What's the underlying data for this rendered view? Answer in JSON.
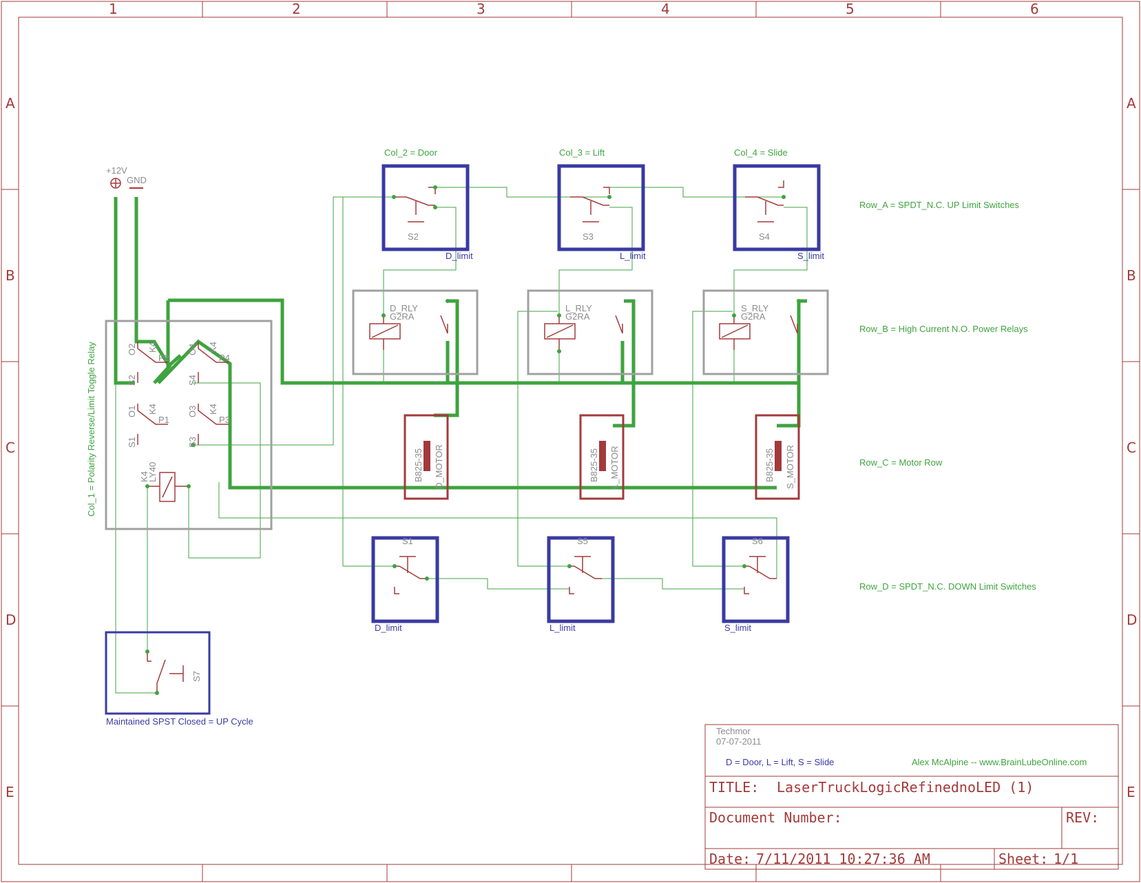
{
  "frame": {
    "columns": [
      "1",
      "2",
      "3",
      "4",
      "5",
      "6"
    ],
    "rows": [
      "A",
      "B",
      "C",
      "D",
      "E"
    ]
  },
  "power": {
    "plus12v": "+12V",
    "gnd": "GND"
  },
  "columns_labels": {
    "col1": "Col_1 = Polarity Reverse/Limit Toggle Relay",
    "col2": "Col_2 = Door",
    "col3": "Col_3 = Lift",
    "col4": "Col_4 = Slide"
  },
  "row_labels": {
    "a": "Row_A = SPDT_N.C. UP Limit Switches",
    "b": "Row_B = High Current N.O. Power Relays",
    "c": "Row_C = Motor Row",
    "d": "Row_D = SPDT_N.C. DOWN Limit Switches"
  },
  "up_switches": [
    {
      "name": "S2",
      "label": "D_limit"
    },
    {
      "name": "S3",
      "label": "L_limit"
    },
    {
      "name": "S4",
      "label": "S_limit"
    }
  ],
  "relays": [
    {
      "name": "D_RLY",
      "part": "G2RA"
    },
    {
      "name": "L_RLY",
      "part": "G2RA"
    },
    {
      "name": "S_RLY",
      "part": "G2RA"
    }
  ],
  "motors": [
    {
      "part": "B825-35",
      "name": "D_MOTOR"
    },
    {
      "part": "B825-35",
      "name": "L_MOTOR"
    },
    {
      "part": "B825-35",
      "name": "S_MOTOR"
    }
  ],
  "down_switches": [
    {
      "name": "S1",
      "label": "D_limit"
    },
    {
      "name": "S5",
      "label": "L_limit"
    },
    {
      "name": "S6",
      "label": "S_limit"
    }
  ],
  "toggle_relay": {
    "name": "K4",
    "part": "LY40",
    "contacts": [
      "K4",
      "K4",
      "K4",
      "K4"
    ],
    "pins": [
      "P1",
      "P2",
      "P3",
      "P4"
    ],
    "s_pins": [
      "S1",
      "S2",
      "S3",
      "S4"
    ],
    "o_pins": [
      "O1",
      "O2",
      "O3",
      "O4"
    ]
  },
  "maintained_switch": {
    "name": "S7",
    "caption": "Maintained SPST Closed = UP Cycle"
  },
  "title_block": {
    "company": "Techmor",
    "date_top": "07-07-2011",
    "legend": "D = Door, L = Lift, S = Slide",
    "author": "Alex McAlpine -- www.BrainLubeOnline.com",
    "title_label": "TITLE:",
    "title": "LaserTruckLogicRefinednoLED (1)",
    "doc_label": "Document Number:",
    "rev_label": "REV:",
    "date_label": "Date:",
    "date": "7/11/2011 10:27:36 AM",
    "sheet_label": "Sheet:",
    "sheet": "1/1"
  },
  "colors": {
    "frame": "#a33a3a",
    "wire": "#3fa33f",
    "switch_box": "#3a3aa3",
    "relay_box": "#a0a0a0",
    "motor_box": "#a33a3a"
  }
}
